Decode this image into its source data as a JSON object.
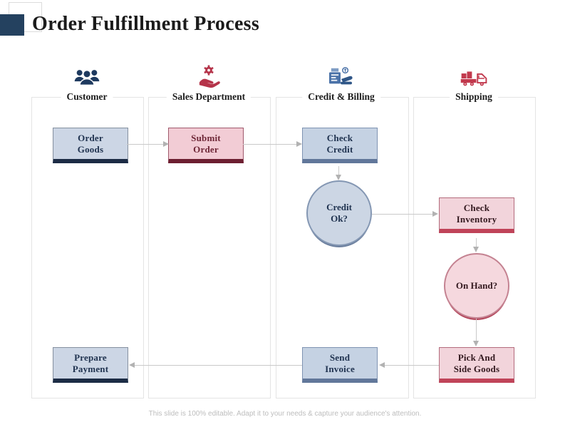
{
  "title": "Order Fulfillment Process",
  "footer": "This slide is 100% editable. Adapt it to your needs & capture your audience's attention.",
  "lanes": [
    {
      "label": "Customer",
      "icon": "customers-group-icon"
    },
    {
      "label": "Sales Department",
      "icon": "hand-gear-icon"
    },
    {
      "label": "Credit & Billing",
      "icon": "billing-machine-icon"
    },
    {
      "label": "Shipping",
      "icon": "delivery-truck-icon"
    }
  ],
  "nodes": {
    "order_goods": {
      "line1": "Order",
      "line2": "Goods"
    },
    "submit_order": {
      "line1": "Submit",
      "line2": "Order"
    },
    "check_credit": {
      "line1": "Check",
      "line2": "Credit"
    },
    "credit_ok": {
      "line1": "Credit",
      "line2": "Ok?"
    },
    "check_inventory": {
      "line1": "Check",
      "line2": "Inventory"
    },
    "on_hand": {
      "line1": "On Hand?",
      "line2": ""
    },
    "pick_side_goods": {
      "line1": "Pick And",
      "line2": "Side Goods"
    },
    "send_invoice": {
      "line1": "Send",
      "line2": "Invoice"
    },
    "prepare_payment": {
      "line1": "Prepare",
      "line2": "Payment"
    }
  },
  "colors": {
    "navy": "#24415f",
    "navy_bar": "#1c2c45",
    "blue_fill": "#ccd6e5",
    "blue_bar": "#61779a",
    "crimson": "#b5344a",
    "maroon_bar": "#6d1f31",
    "pink_fill": "#f2d4db",
    "pink_bar": "#c04459",
    "icon_blue": "#4a72a8",
    "connector_gray": "#c9c9c9"
  }
}
